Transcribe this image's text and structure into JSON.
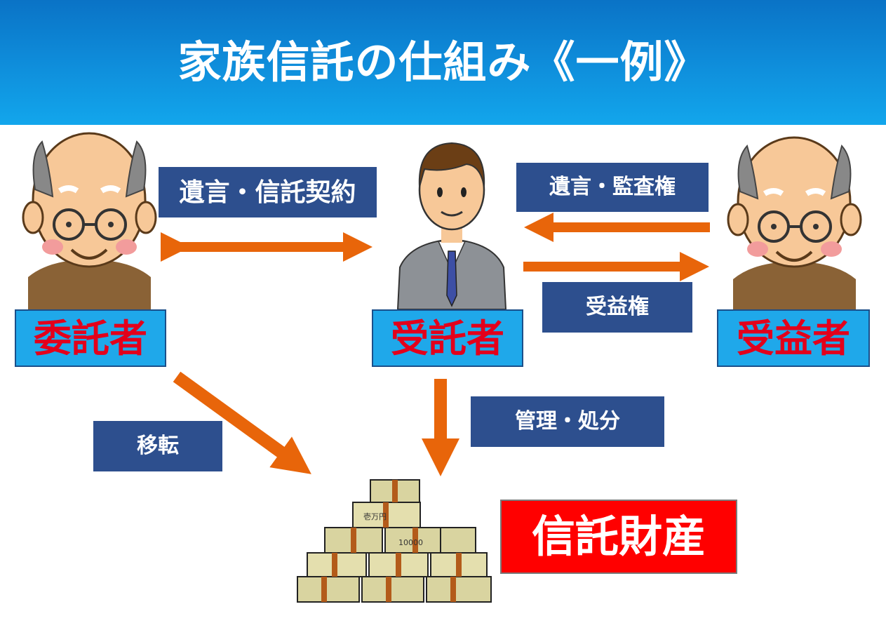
{
  "title": "家族信託の仕組み《一例》",
  "roles": {
    "settlor": "委託者",
    "trustee": "受託者",
    "beneficiary": "受益者"
  },
  "labels": {
    "will_trust_contract": "遺言・信託契約",
    "will_audit_right": "遺言・監査権",
    "beneficial_right": "受益権",
    "transfer": "移転",
    "management_disposal": "管理・処分"
  },
  "trust_property": "信託財産",
  "banknote_text": [
    "10000",
    "壱万円"
  ],
  "colors": {
    "header_blue": "#0f8fdc",
    "role_box": "#1fa8ea",
    "role_text": "#e3001b",
    "label_box": "#2d4f8e",
    "arrow": "#e8650a",
    "asset_box": "#ff0000"
  }
}
